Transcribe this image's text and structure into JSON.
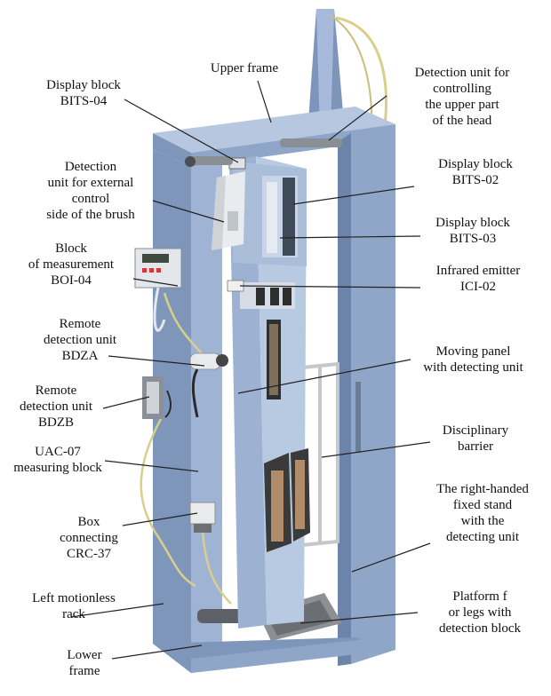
{
  "title": "Stationary multi-zone metal detector with labeled components",
  "colors": {
    "frame": "#8fa6c8",
    "frame_dark": "#6c84a9",
    "frame_light": "#b6c7df",
    "metal": "#cfd3d6",
    "panel_dark": "#3a3a3a",
    "cable": "#d9cf8a",
    "background": "#ffffff"
  },
  "labels": {
    "upper_frame": [
      "Upper frame"
    ],
    "display_bits04": [
      "Display block",
      "BITS-04"
    ],
    "detection_upper_head": [
      "Detection unit for",
      "controlling",
      "the upper part",
      "of the head"
    ],
    "detection_brush": [
      "Detection",
      "unit for external",
      "control",
      "side of the brush"
    ],
    "display_bits02": [
      "Display block",
      "BITS-02"
    ],
    "display_bits03": [
      "Display block",
      "BITS-03"
    ],
    "block_boi04": [
      "Block",
      "of measurement",
      "BOI-04"
    ],
    "infrared_ici02": [
      "Infrared emitter",
      "ICI-02"
    ],
    "remote_bdza": [
      "Remote",
      "detection unit",
      "BDZA"
    ],
    "moving_panel": [
      "Moving panel",
      "with detecting unit"
    ],
    "remote_bdzb": [
      "Remote",
      "detection unit",
      "BDZB"
    ],
    "disciplinary_barrier": [
      "Disciplinary",
      "barrier"
    ],
    "uac07": [
      "UAC-07",
      "measuring block"
    ],
    "right_stand": [
      "The right-handed",
      "fixed stand",
      "with the",
      "detecting unit"
    ],
    "box_crc37": [
      "Box",
      "connecting",
      "CRC-37"
    ],
    "left_rack": [
      "Left motionless",
      "rack"
    ],
    "platform": [
      "Platform f",
      "or legs with",
      "detection block"
    ],
    "lower_frame": [
      "Lower",
      "frame"
    ]
  }
}
